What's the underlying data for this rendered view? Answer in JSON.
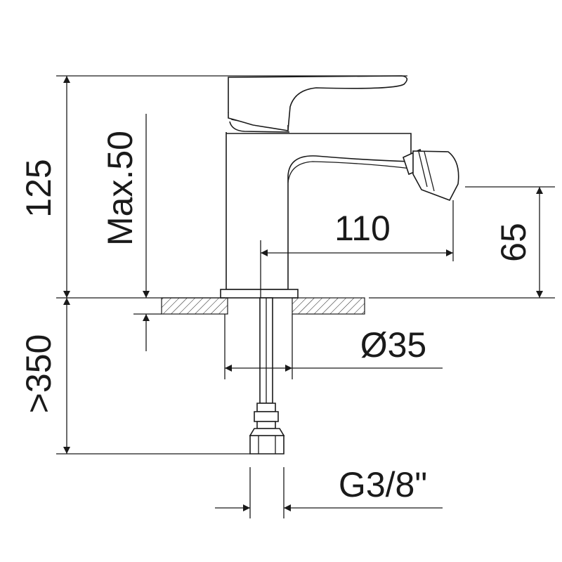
{
  "dimensions": {
    "height_total": "125",
    "max_deck_thickness": "Max.50",
    "spout_reach": "110",
    "spout_height": "65",
    "hole_diameter": "Ø35",
    "hose_length": ">350",
    "connection": "G3/8\""
  },
  "colors": {
    "line": "#1a1a1a",
    "background": "#ffffff"
  }
}
